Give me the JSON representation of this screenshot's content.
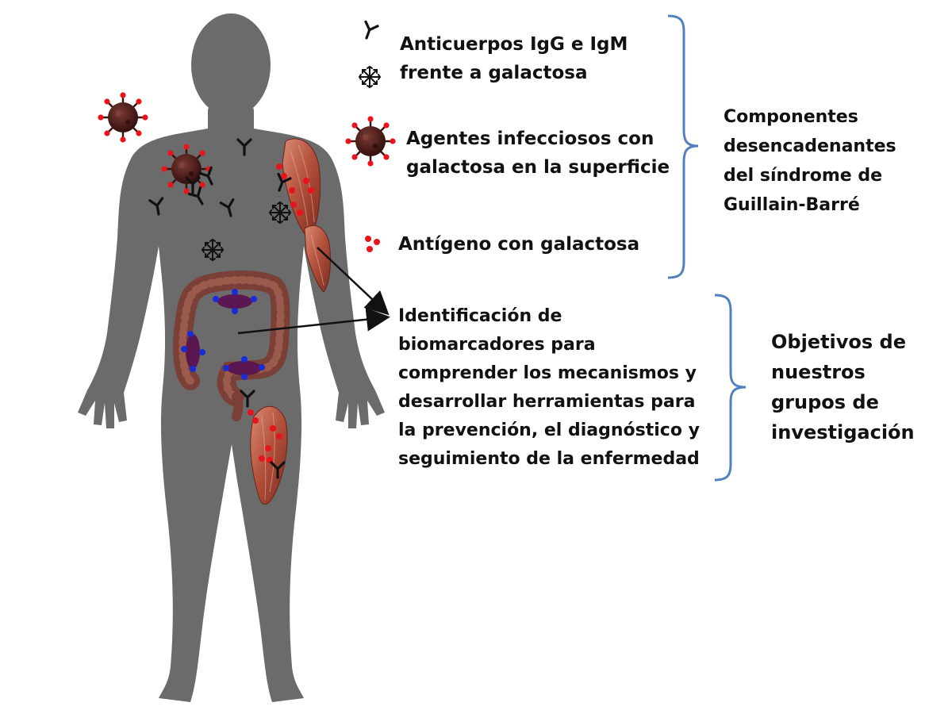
{
  "legend": {
    "antibodies": {
      "line1": "Anticuerpos IgG e IgM",
      "line2": "frente a galactosa",
      "icon": "antibody-icon",
      "icon2": "snowflake-complex-icon"
    },
    "infectious": {
      "line1": "Agentes infecciosos con",
      "line2": "galactosa en la superficie",
      "icon": "virus-icon"
    },
    "antigen": {
      "line1": "Antígeno con galactosa",
      "icon": "red-dots-icon"
    }
  },
  "objectives_text": [
    "Identificación de",
    "biomarcadores para",
    "comprender los mecanismos y",
    "desarrollar herramientas para",
    "la prevención, el diagnóstico y",
    "seguimiento de la enfermedad"
  ],
  "components_label": [
    "Componentes",
    "desencadenantes",
    "del síndrome de",
    "Guillain-Barré"
  ],
  "research_label": [
    "Objetivos de",
    "nuestros",
    "grupos de",
    "investigación"
  ],
  "colors": {
    "body": "#6b6b6b",
    "bracket": "#4f81bd",
    "antigen": "#e8141c",
    "virus": "#4a1a17",
    "muscle": "#b5563f",
    "intestine": "#7a4038",
    "intestine_marker": "#5a1650",
    "intestine_dot": "#1a2bd6"
  }
}
